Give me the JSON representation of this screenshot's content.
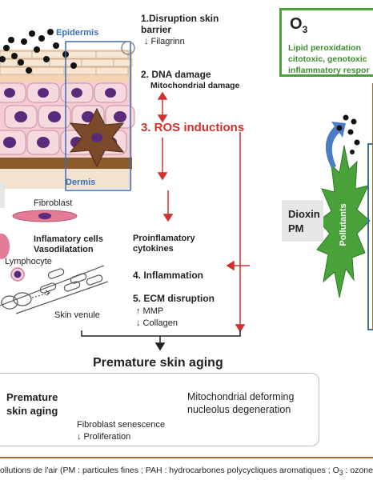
{
  "skin": {
    "epidermis_label": "Epidermis",
    "dermis_label": "Dermis",
    "fibroblast_label": "Fibroblast",
    "inflammatory_cells_label": "Inflamatory cells\nVasodilatation",
    "lymphocyte_label": "Lymphocyte",
    "skin_venule_label": "Skin venule"
  },
  "steps": {
    "s1_title": "1.Disruption skin\nbarrier",
    "s1_sub": "↓ Filagrinn",
    "s2_title": "2. DNA damage",
    "s2_sub": "Mitochondrial damage",
    "s3_title": "3. ROS inductions",
    "proinflammatory": "Proinflamatory\ncytokines",
    "s4_title": "4. Inflammation",
    "s5_title": "5. ECM disruption",
    "s5_sub1": "↑ MMP",
    "s5_sub2": "↓ Collagen",
    "outcome": "Premature skin aging"
  },
  "ozone_box": {
    "symbol": "O",
    "subscript": "3",
    "description": "Lipid peroxidation\ncitotoxic, genotoxic\ninflammatory respor"
  },
  "pollutants": {
    "label": "Pollutants",
    "dioxin_label": "Dioxin\nPM"
  },
  "aging_panel": {
    "left_title": "Premature\nskin aging",
    "right_text": "Mitochondrial deforming\nnucleolus degeneration",
    "fibroblast_text": "Fibroblast senescence",
    "proliferation_text": "↓ Proliferation"
  },
  "caption": "ollutions de l'air (PM : particules fines ; PAH : hydrocarbones polycycliques aromatiques ; O",
  "caption_sub": "3",
  "caption_end": " : ozone",
  "colors": {
    "red_arrow": "#d0312d",
    "blue_frame": "#3a6fb5",
    "green_accent": "#4aa23a",
    "footer_line": "#b5692d"
  }
}
